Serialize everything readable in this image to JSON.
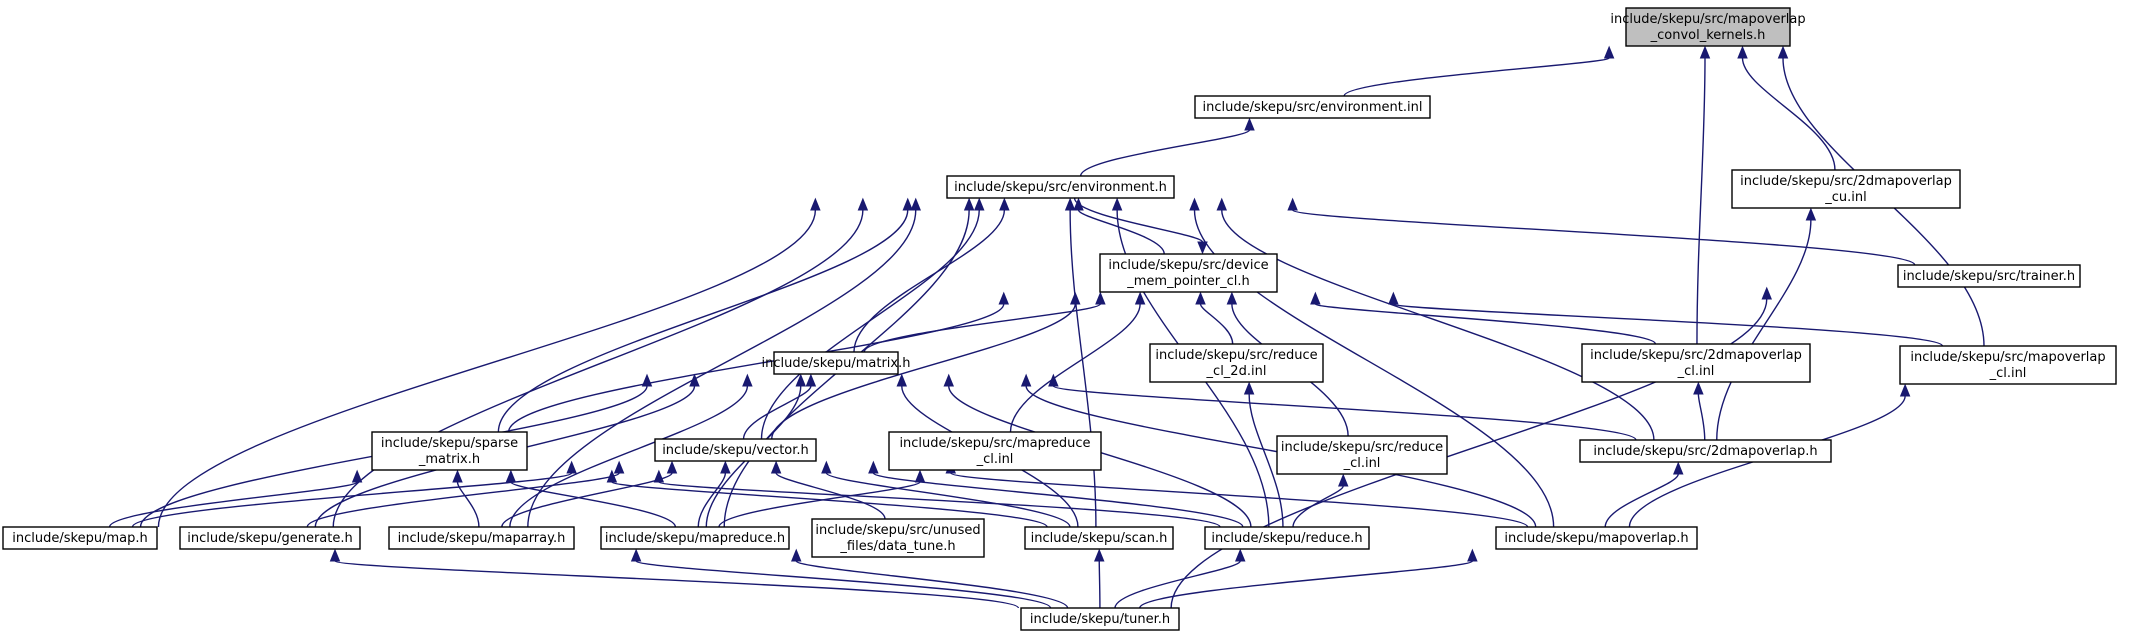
{
  "nodes": [
    {
      "id": "root",
      "lines": [
        "include/skepu/src/mapoverlap",
        "_convol_kernels.h"
      ],
      "root": true
    },
    {
      "id": "env_inl",
      "lines": [
        "include/skepu/src/environment.inl"
      ]
    },
    {
      "id": "env_h",
      "lines": [
        "include/skepu/src/environment.h"
      ]
    },
    {
      "id": "mo2d_cu",
      "lines": [
        "include/skepu/src/2dmapoverlap",
        "_cu.inl"
      ]
    },
    {
      "id": "dmp",
      "lines": [
        "include/skepu/src/device",
        "_mem_pointer_cl.h"
      ]
    },
    {
      "id": "trainer",
      "lines": [
        "include/skepu/src/trainer.h"
      ]
    },
    {
      "id": "matrix",
      "lines": [
        "include/skepu/matrix.h"
      ]
    },
    {
      "id": "reduce2d",
      "lines": [
        "include/skepu/src/reduce",
        "_cl_2d.inl"
      ]
    },
    {
      "id": "mo2d_cl",
      "lines": [
        "include/skepu/src/2dmapoverlap",
        "_cl.inl"
      ]
    },
    {
      "id": "mo_cl",
      "lines": [
        "include/skepu/src/mapoverlap",
        "_cl.inl"
      ]
    },
    {
      "id": "sparse",
      "lines": [
        "include/skepu/sparse",
        "_matrix.h"
      ]
    },
    {
      "id": "vector",
      "lines": [
        "include/skepu/vector.h"
      ]
    },
    {
      "id": "mapreduce_cl",
      "lines": [
        "include/skepu/src/mapreduce",
        "_cl.inl"
      ]
    },
    {
      "id": "reduce_cl",
      "lines": [
        "include/skepu/src/reduce",
        "_cl.inl"
      ]
    },
    {
      "id": "mo2d_h",
      "lines": [
        "include/skepu/src/2dmapoverlap.h"
      ]
    },
    {
      "id": "map",
      "lines": [
        "include/skepu/map.h"
      ]
    },
    {
      "id": "generate",
      "lines": [
        "include/skepu/generate.h"
      ]
    },
    {
      "id": "maparray",
      "lines": [
        "include/skepu/maparray.h"
      ]
    },
    {
      "id": "mapreduce",
      "lines": [
        "include/skepu/mapreduce.h"
      ]
    },
    {
      "id": "datatune",
      "lines": [
        "include/skepu/src/unused",
        "_files/data_tune.h"
      ]
    },
    {
      "id": "scan",
      "lines": [
        "include/skepu/scan.h"
      ]
    },
    {
      "id": "reduce",
      "lines": [
        "include/skepu/reduce.h"
      ]
    },
    {
      "id": "mapoverlap",
      "lines": [
        "include/skepu/mapoverlap.h"
      ]
    },
    {
      "id": "tuner",
      "lines": [
        "include/skepu/tuner.h"
      ]
    }
  ],
  "edges": [
    {
      "from": "env_inl",
      "to": "root"
    },
    {
      "from": "mo2d_cl",
      "to": "root"
    },
    {
      "from": "mo2d_cu",
      "to": "root"
    },
    {
      "from": "mo_cl",
      "to": "root"
    },
    {
      "from": "env_h",
      "to": "env_inl"
    },
    {
      "from": "dmp",
      "to": "env_h"
    },
    {
      "from": "env_h",
      "to": "dmp"
    },
    {
      "from": "map",
      "to": "env_h"
    },
    {
      "from": "generate",
      "to": "env_h"
    },
    {
      "from": "maparray",
      "to": "env_h"
    },
    {
      "from": "mapreduce",
      "to": "env_h"
    },
    {
      "from": "sparse",
      "to": "env_h"
    },
    {
      "from": "matrix",
      "to": "env_h"
    },
    {
      "from": "vector",
      "to": "env_h"
    },
    {
      "from": "scan",
      "to": "env_h"
    },
    {
      "from": "reduce",
      "to": "env_h"
    },
    {
      "from": "mapoverlap",
      "to": "env_h"
    },
    {
      "from": "mo2d_h",
      "to": "env_h"
    },
    {
      "from": "trainer",
      "to": "env_h"
    },
    {
      "from": "mo2d_h",
      "to": "mo2d_cu"
    },
    {
      "from": "matrix",
      "to": "dmp"
    },
    {
      "from": "sparse",
      "to": "dmp"
    },
    {
      "from": "vector",
      "to": "dmp"
    },
    {
      "from": "mapreduce_cl",
      "to": "dmp"
    },
    {
      "from": "reduce2d",
      "to": "dmp"
    },
    {
      "from": "reduce_cl",
      "to": "dmp"
    },
    {
      "from": "mo2d_cl",
      "to": "dmp"
    },
    {
      "from": "mo_cl",
      "to": "dmp"
    },
    {
      "from": "tuner",
      "to": "trainer"
    },
    {
      "from": "vector",
      "to": "matrix"
    },
    {
      "from": "map",
      "to": "matrix"
    },
    {
      "from": "generate",
      "to": "matrix"
    },
    {
      "from": "maparray",
      "to": "matrix"
    },
    {
      "from": "mapreduce",
      "to": "matrix"
    },
    {
      "from": "scan",
      "to": "matrix"
    },
    {
      "from": "reduce",
      "to": "matrix"
    },
    {
      "from": "mapoverlap",
      "to": "matrix"
    },
    {
      "from": "mo2d_h",
      "to": "matrix"
    },
    {
      "from": "reduce",
      "to": "reduce2d"
    },
    {
      "from": "mo2d_h",
      "to": "mo2d_cl"
    },
    {
      "from": "mapoverlap",
      "to": "mo_cl"
    },
    {
      "from": "map",
      "to": "sparse"
    },
    {
      "from": "maparray",
      "to": "sparse"
    },
    {
      "from": "mapreduce",
      "to": "sparse"
    },
    {
      "from": "scan",
      "to": "sparse"
    },
    {
      "from": "reduce",
      "to": "sparse"
    },
    {
      "from": "map",
      "to": "vector"
    },
    {
      "from": "generate",
      "to": "vector"
    },
    {
      "from": "maparray",
      "to": "vector"
    },
    {
      "from": "mapreduce",
      "to": "vector"
    },
    {
      "from": "datatune",
      "to": "vector"
    },
    {
      "from": "scan",
      "to": "vector"
    },
    {
      "from": "reduce",
      "to": "vector"
    },
    {
      "from": "mapoverlap",
      "to": "vector"
    },
    {
      "from": "mapreduce",
      "to": "mapreduce_cl"
    },
    {
      "from": "reduce",
      "to": "reduce_cl"
    },
    {
      "from": "mapoverlap",
      "to": "mo2d_h"
    },
    {
      "from": "tuner",
      "to": "map"
    },
    {
      "from": "tuner",
      "to": "maparray"
    },
    {
      "from": "tuner",
      "to": "mapreduce"
    },
    {
      "from": "tuner",
      "to": "scan"
    },
    {
      "from": "tuner",
      "to": "reduce"
    },
    {
      "from": "tuner",
      "to": "mapoverlap"
    }
  ]
}
